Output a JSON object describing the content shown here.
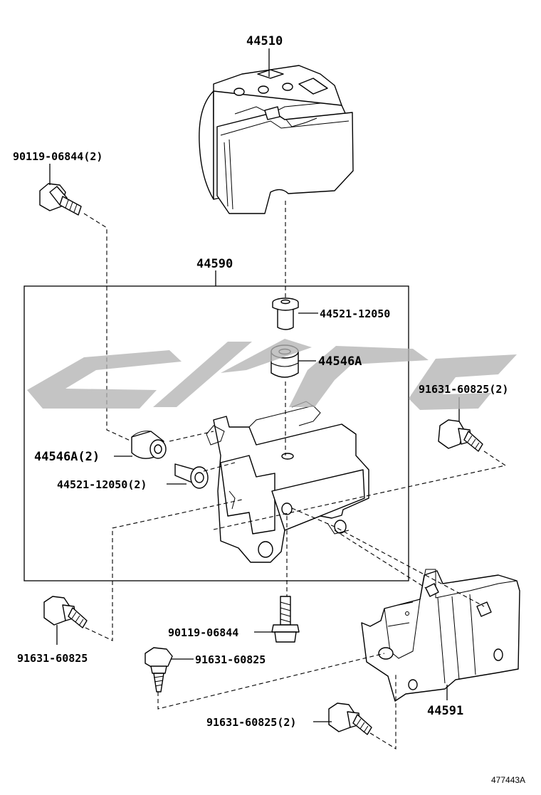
{
  "labels": {
    "p44510": "44510",
    "p44590": "44590",
    "p44591": "44591",
    "bolt_top_left": "90119-06844(2)",
    "collar_top": "44521-12050",
    "cushion_top": "44546A",
    "bolt_right": "91631-60825(2)",
    "cushion_left": "44546A(2)",
    "collar_left": "44521-12050(2)",
    "bolt_bottom_left": "91631-60825",
    "bolt_bottom_center": "90119-06844",
    "bolt_bottom_mid": "91631-60825",
    "bolt_bottom_right": "91631-60825(2)"
  },
  "diagram_code": "477443A",
  "colors": {
    "line": "#000000",
    "watermark": "#b3b3b3",
    "background": "#ffffff"
  }
}
